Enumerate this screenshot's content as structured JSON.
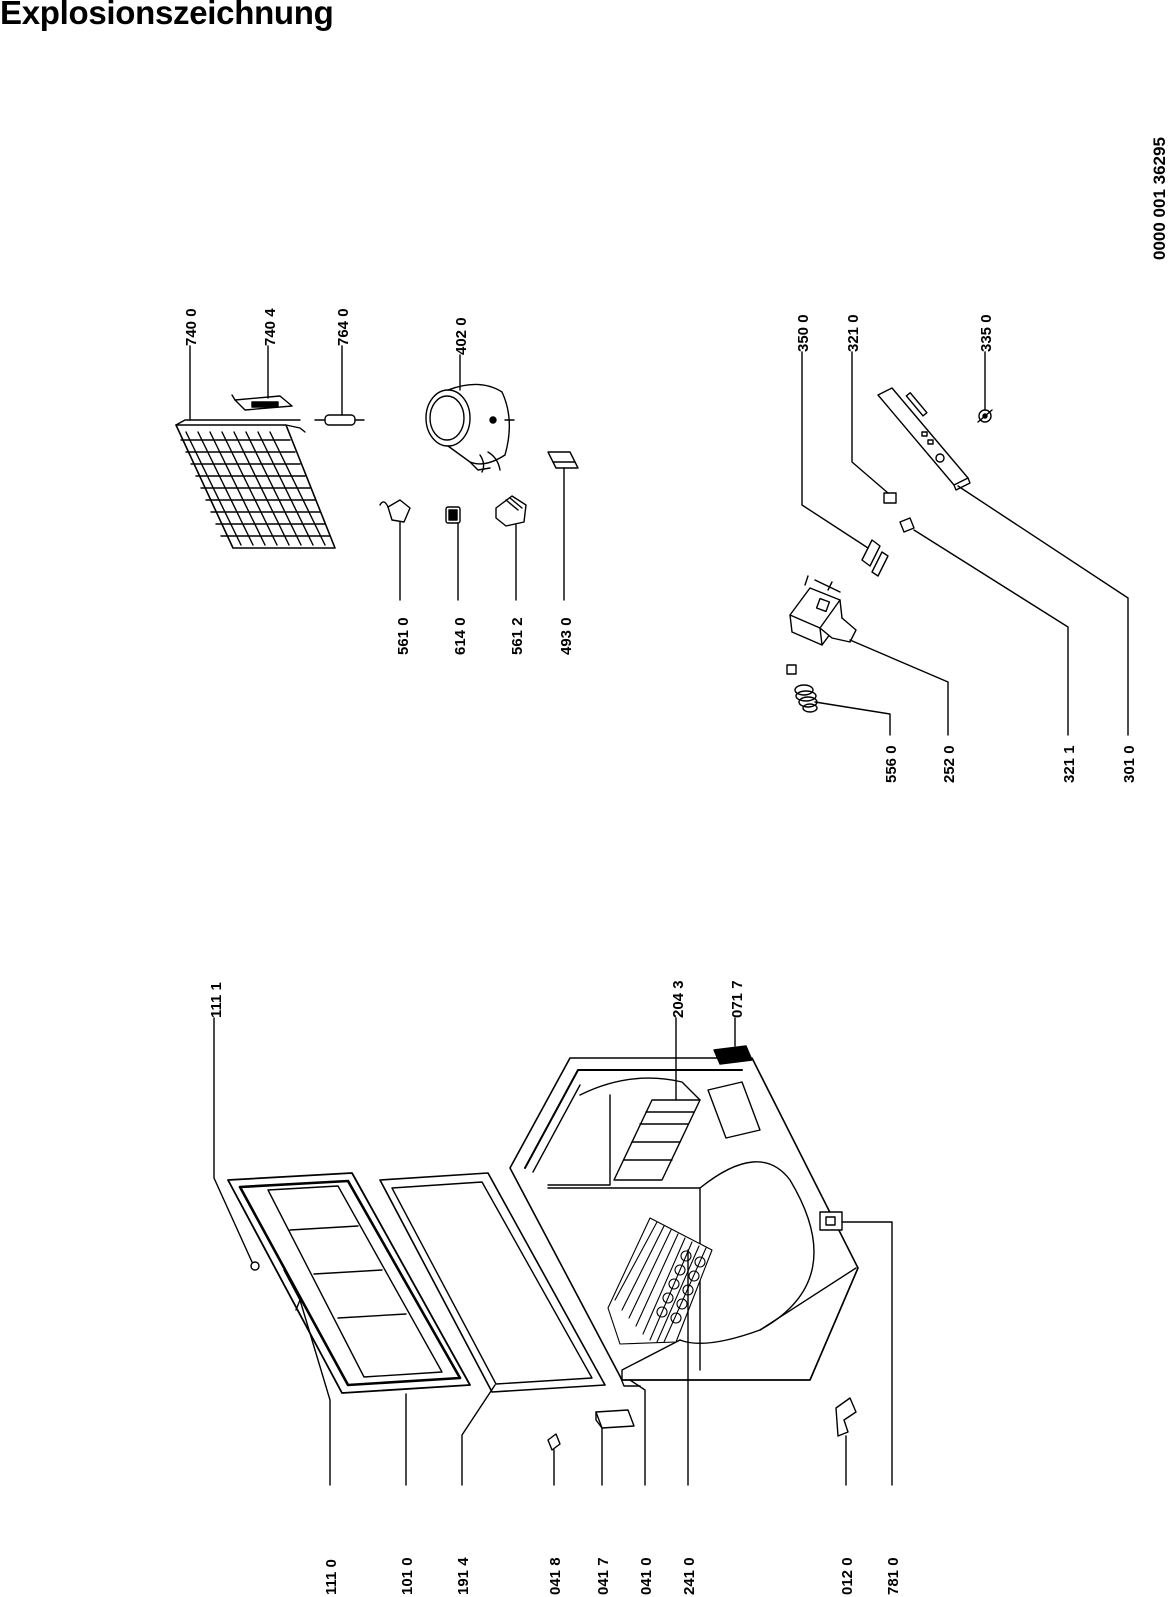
{
  "title": "Explosionszeichnung",
  "document_number": "0000 001 36295",
  "parts": {
    "p740_0": "740 0",
    "p740_4": "740 4",
    "p764_0": "764 0",
    "p402_0": "402 0",
    "p561_0": "561 0",
    "p614_0": "614 0",
    "p561_2": "561 2",
    "p493_0": "493 0",
    "p350_0": "350 0",
    "p321_0": "321 0",
    "p335_0": "335 0",
    "p556_0": "556 0",
    "p252_0": "252 0",
    "p321_1": "321 1",
    "p301_0": "301 0",
    "p111_1": "111 1",
    "p204_3": "204 3",
    "p071_7": "071 7",
    "p111_0": "111 0",
    "p101_0": "101 0",
    "p191_4": "191 4",
    "p041_8": "041 8",
    "p041_7": "041 7",
    "p041_0": "041 0",
    "p241_0": "241 0",
    "p012_0": "012 0",
    "p781_0": "781 0"
  }
}
